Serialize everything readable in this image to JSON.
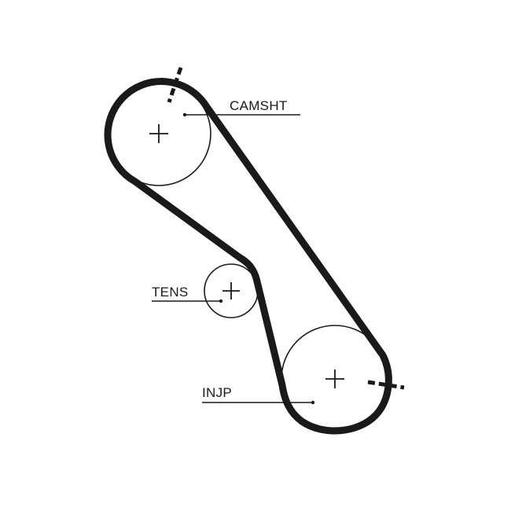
{
  "labels": {
    "camshaft": "CAMSHT",
    "tensioner": "TENS",
    "injection_pump": "INJP"
  }
}
